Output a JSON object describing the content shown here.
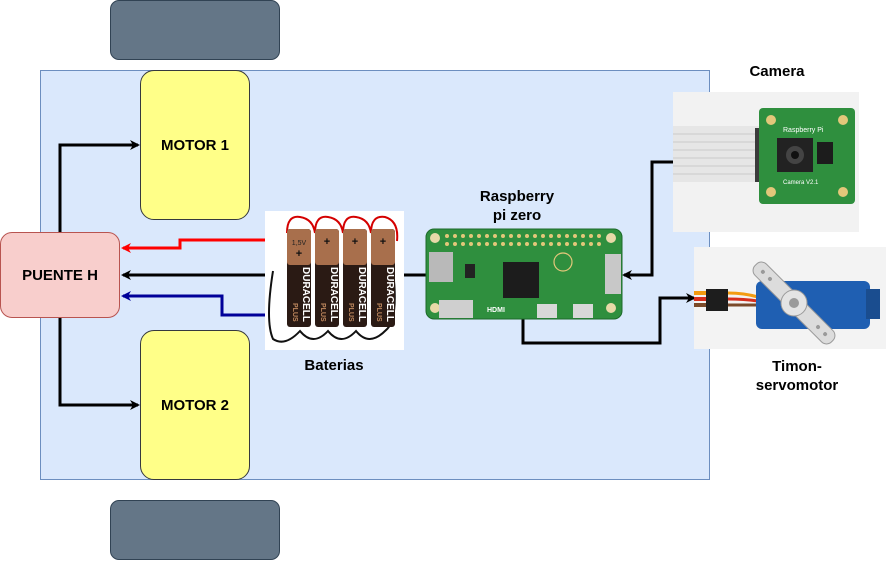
{
  "diagram": {
    "nodes": {
      "motor1": "MOTOR 1",
      "motor2": "MOTOR 2",
      "hbridge": "PUENTE H",
      "batteries": "Baterias",
      "raspberry": "Raspberry pi zero",
      "raspberry_line1": "Raspberry",
      "raspberry_line2": "pi zero",
      "camera": "Camera",
      "servo_line1": "Timon-",
      "servo_line2": "servomotor"
    },
    "battery_text": {
      "brand": "DURACELL",
      "sub": "PLUS",
      "voltage": "1,5V",
      "plus": "+"
    },
    "pi_text": {
      "hdmi": "HDMI"
    },
    "camera_text": {
      "brand": "Raspberry Pi",
      "model": "Camera V2.1"
    },
    "colors": {
      "chassis_fill": "#dae8fc",
      "chassis_stroke": "#6c8ebf",
      "wheel_fill": "#647687",
      "motor_fill": "#ffff88",
      "hbridge_fill": "#f8cecc",
      "hbridge_stroke": "#b85450",
      "wire_black": "#000000",
      "wire_red": "#ff0000",
      "wire_blue": "#000099"
    }
  }
}
